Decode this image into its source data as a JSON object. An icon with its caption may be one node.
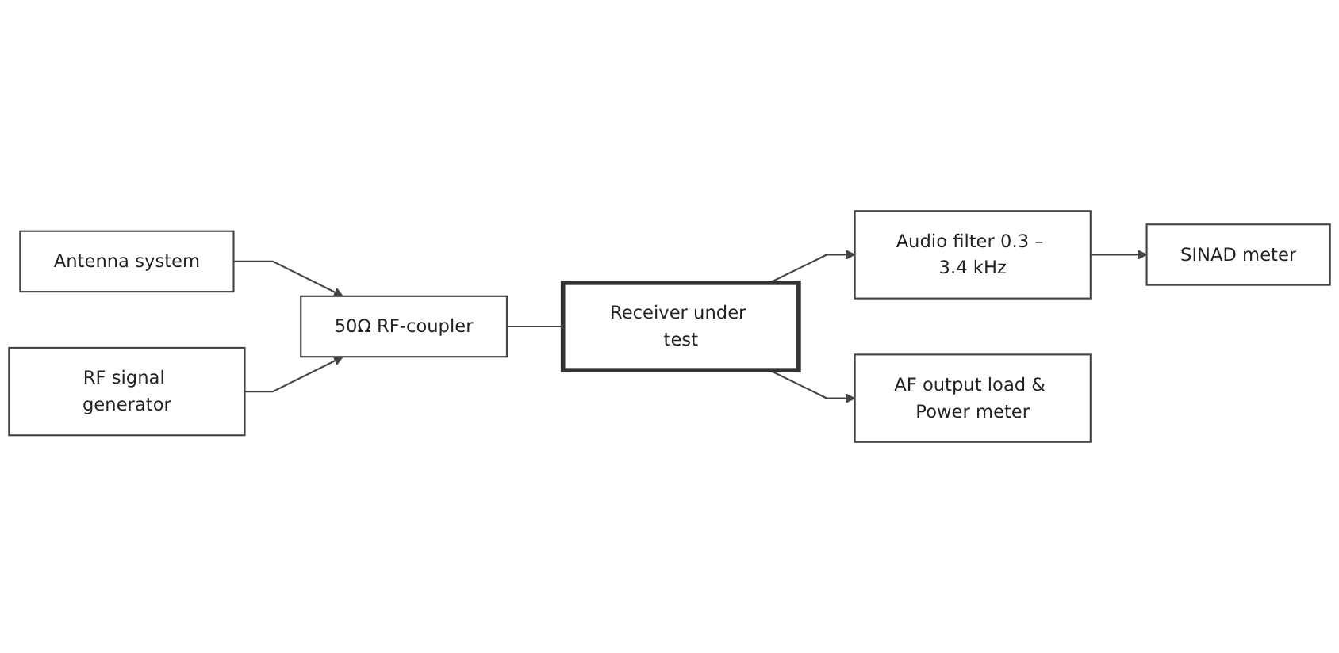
{
  "diagram": {
    "nodes": [
      {
        "text": [
          "Antenna system"
        ]
      },
      {
        "text": [
          "50Ω RF-coupler"
        ]
      },
      {
        "text": [
          "Receiver under test"
        ]
      },
      {
        "text": [
          "RF signal generator"
        ]
      },
      {
        "text": [
          "SINAD meter"
        ]
      },
      {
        "text": [
          "Audio filter 0.3 – 3.4 kHz"
        ]
      },
      {
        "text": [
          "AF output load & Power meter"
        ]
      }
    ],
    "edges": [
      {
        "from": 0,
        "to": 1,
        "arrow": "to"
      },
      {
        "from": 3,
        "to": 1,
        "arrow": "to"
      },
      {
        "from": 1,
        "to": 2,
        "arrow": "none"
      },
      {
        "from": 2,
        "to": 6,
        "arrow": "to"
      },
      {
        "from": 2,
        "to": 5,
        "arrow": "to"
      },
      {
        "from": 5,
        "to": 4,
        "arrow": "to"
      }
    ]
  }
}
